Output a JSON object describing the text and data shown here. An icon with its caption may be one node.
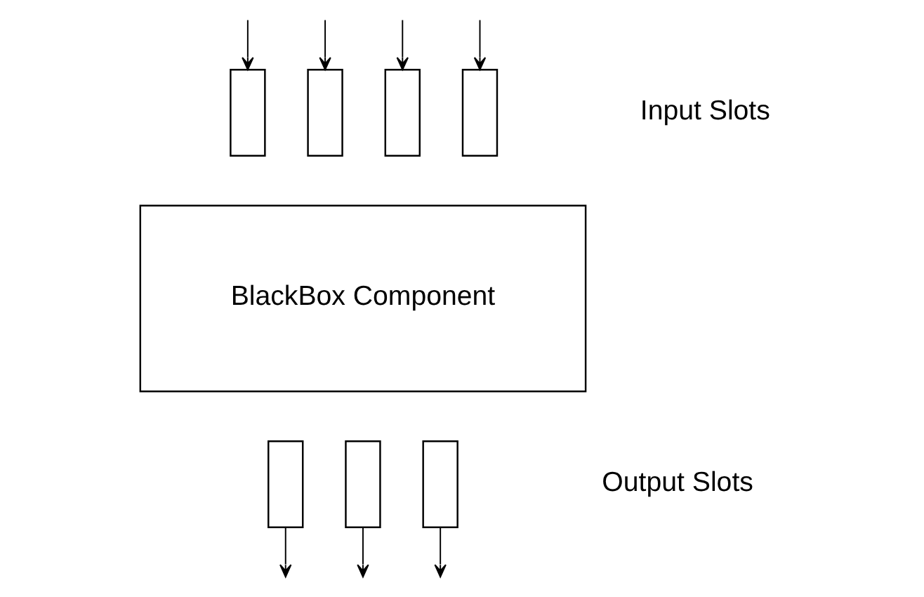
{
  "diagram": {
    "nodes": [
      {
        "text": [
          "BlackBox Component"
        ]
      },
      {
        "text": [],
        "shape": "box"
      },
      {
        "text": [],
        "shape": "box"
      },
      {
        "text": [],
        "shape": "box"
      },
      {
        "text": [],
        "shape": "box"
      },
      {
        "text": [],
        "shape": "box"
      },
      {
        "text": [],
        "shape": "box"
      },
      {
        "text": [],
        "shape": "box"
      }
    ],
    "edges": [
      {
        "from": null,
        "to": 1,
        "arrow": "to"
      },
      {
        "from": null,
        "to": 2,
        "arrow": "to"
      },
      {
        "from": null,
        "to": 3,
        "arrow": "to"
      },
      {
        "from": null,
        "to": 4,
        "arrow": "to"
      },
      {
        "from": 5,
        "to": null,
        "arrow": "to"
      },
      {
        "from": 6,
        "to": null,
        "arrow": "to"
      },
      {
        "from": 7,
        "to": null,
        "arrow": "to"
      }
    ],
    "labels": [
      "Input Slots",
      "Output Slots"
    ]
  }
}
